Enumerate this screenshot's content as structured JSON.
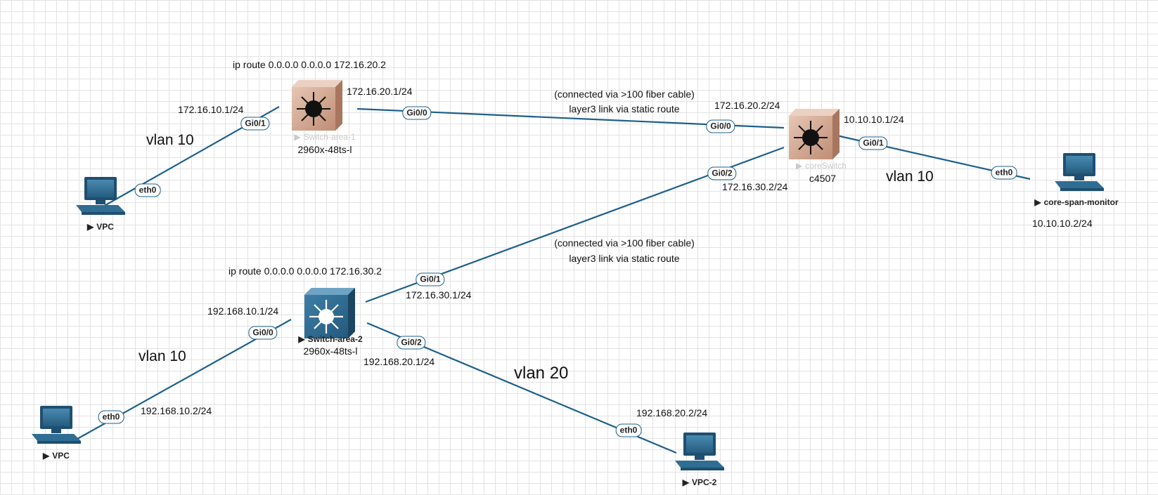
{
  "colors": {
    "link": "#1d5f8a",
    "grid": "#e3e3e3",
    "l3_switch_body": "#c99b83",
    "l3_switch_body_light": "#e3c2b0",
    "l3_switch_glyph": "#111111",
    "l2_switch_body": "#2f6d93",
    "pc_screen": "#2f6d93"
  },
  "devices": {
    "switch_area_1": {
      "name": "Switch-area-1",
      "model": "2960x-48ts-l",
      "icon": "layer3-switch-icon",
      "label_style": "inactive"
    },
    "core_switch": {
      "name": "coreSwitch",
      "model": "c4507",
      "icon": "layer3-switch-icon",
      "label_style": "inactive"
    },
    "switch_area_2": {
      "name": "Switch-area-2",
      "model": "2960x-48ts-l",
      "icon": "multilayer-switch-icon",
      "label_style": "active"
    },
    "vpc_top": {
      "name": "VPC",
      "icon": "pc-icon"
    },
    "vpc_bottom": {
      "name": "VPC",
      "icon": "pc-icon"
    },
    "vpc_2": {
      "name": "VPC-2",
      "icon": "pc-icon"
    },
    "core_span_monitor": {
      "name": "core-span-monitor",
      "icon": "pc-icon"
    }
  },
  "ports": {
    "sw1_gi0_1": "Gi0/1",
    "sw1_gi0_0": "Gi0/0",
    "vpc_top_eth0": "eth0",
    "core_gi0_0": "Gi0/0",
    "core_gi0_1": "Gi0/1",
    "core_gi0_2": "Gi0/2",
    "mon_eth0": "eth0",
    "sw2_gi0_1": "Gi0/1",
    "sw2_gi0_0": "Gi0/0",
    "sw2_gi0_2": "Gi0/2",
    "vpc_bottom_eth0": "eth0",
    "vpc2_eth0": "eth0"
  },
  "labels": {
    "route_sw1": "ip route 0.0.0.0 0.0.0.0 172.16.20.2",
    "route_sw2": "ip route 0.0.0.0 0.0.0.0 172.16.30.2",
    "ip_172_16_10_1": "172.16.10.1/24",
    "ip_172_16_20_1": "172.16.20.1/24",
    "ip_172_16_20_2": "172.16.20.2/24",
    "ip_10_10_10_1": "10.10.10.1/24",
    "ip_172_16_30_2": "172.16.30.2/24",
    "ip_10_10_10_2": "10.10.10.2/24",
    "ip_172_16_30_1": "172.16.30.1/24",
    "ip_192_168_10_1": "192.168.10.1/24",
    "ip_192_168_20_1": "192.168.20.1/24",
    "ip_192_168_10_2": "192.168.10.2/24",
    "ip_192_168_20_2": "192.168.20.2/24",
    "link1_line1": "(connected via >100 fiber cable)",
    "link1_line2": "layer3 link via static route",
    "link2_line1": "(connected via >100 fiber cable)",
    "link2_line2": "layer3 link via static route",
    "vlan_top_left": "vlan 10",
    "vlan_core": "vlan 10",
    "vlan_bottom_left": "vlan 10",
    "vlan_bottom_right": "vlan 20"
  }
}
